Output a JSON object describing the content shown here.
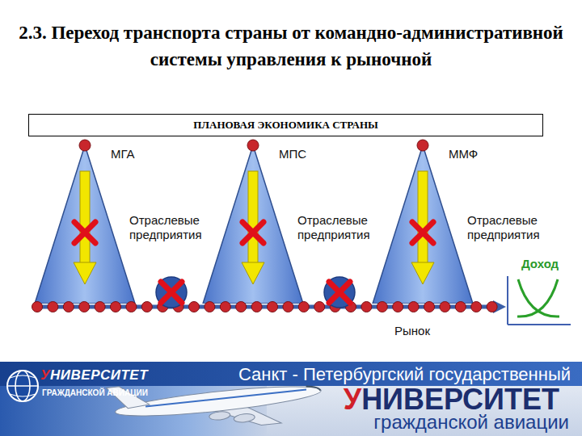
{
  "diagram": {
    "title": "2.3. Переход транспорта страны от командно-административной системы управления к рыночной",
    "nodes": [
      {
        "text": [
          "ПЛАНОВАЯ ЭКОНОМИКА СТРАНЫ"
        ]
      },
      {
        "text": [
          "МГА",
          "Отраслевые предприятия"
        ]
      },
      {
        "text": [
          "МПС",
          "Отраслевые предприятия"
        ]
      },
      {
        "text": [
          "ММФ",
          "Отраслевые предприятия"
        ]
      }
    ],
    "labels": [
      "Доход",
      "Рынок",
      "УНИВЕРСИТЕТ",
      "ГРАЖДАНСКОЙ АВИАЦИИ",
      "Санкт - Петербургский государственный",
      "УНИВЕРСИТЕТ",
      "гражданской авиации"
    ]
  }
}
